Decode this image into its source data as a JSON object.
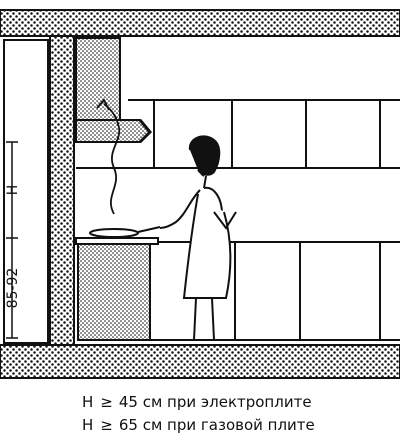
{
  "diagram": {
    "dimension_labels": {
      "overall": "85-92",
      "gap": "H"
    },
    "notes": [
      {
        "symbol": "H",
        "relation": "≥",
        "text": "45 см при электроплите"
      },
      {
        "symbol": "H",
        "relation": "≥",
        "text": "65 см при газовой плите"
      }
    ]
  },
  "colors": {
    "ink": "#111111",
    "background": "#ffffff"
  }
}
